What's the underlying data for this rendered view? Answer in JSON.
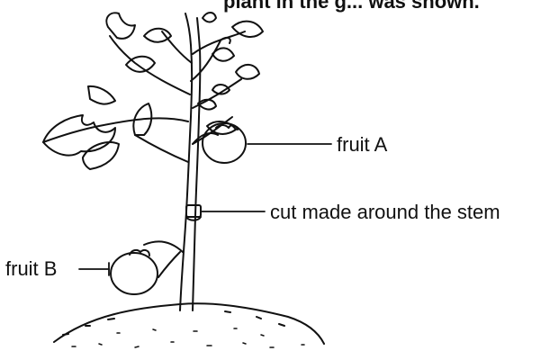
{
  "header": {
    "clipped_text": "plant in the g... was shown."
  },
  "labels": {
    "fruit_a": "fruit A",
    "cut": "cut made around the stem",
    "fruit_b": "fruit B"
  }
}
